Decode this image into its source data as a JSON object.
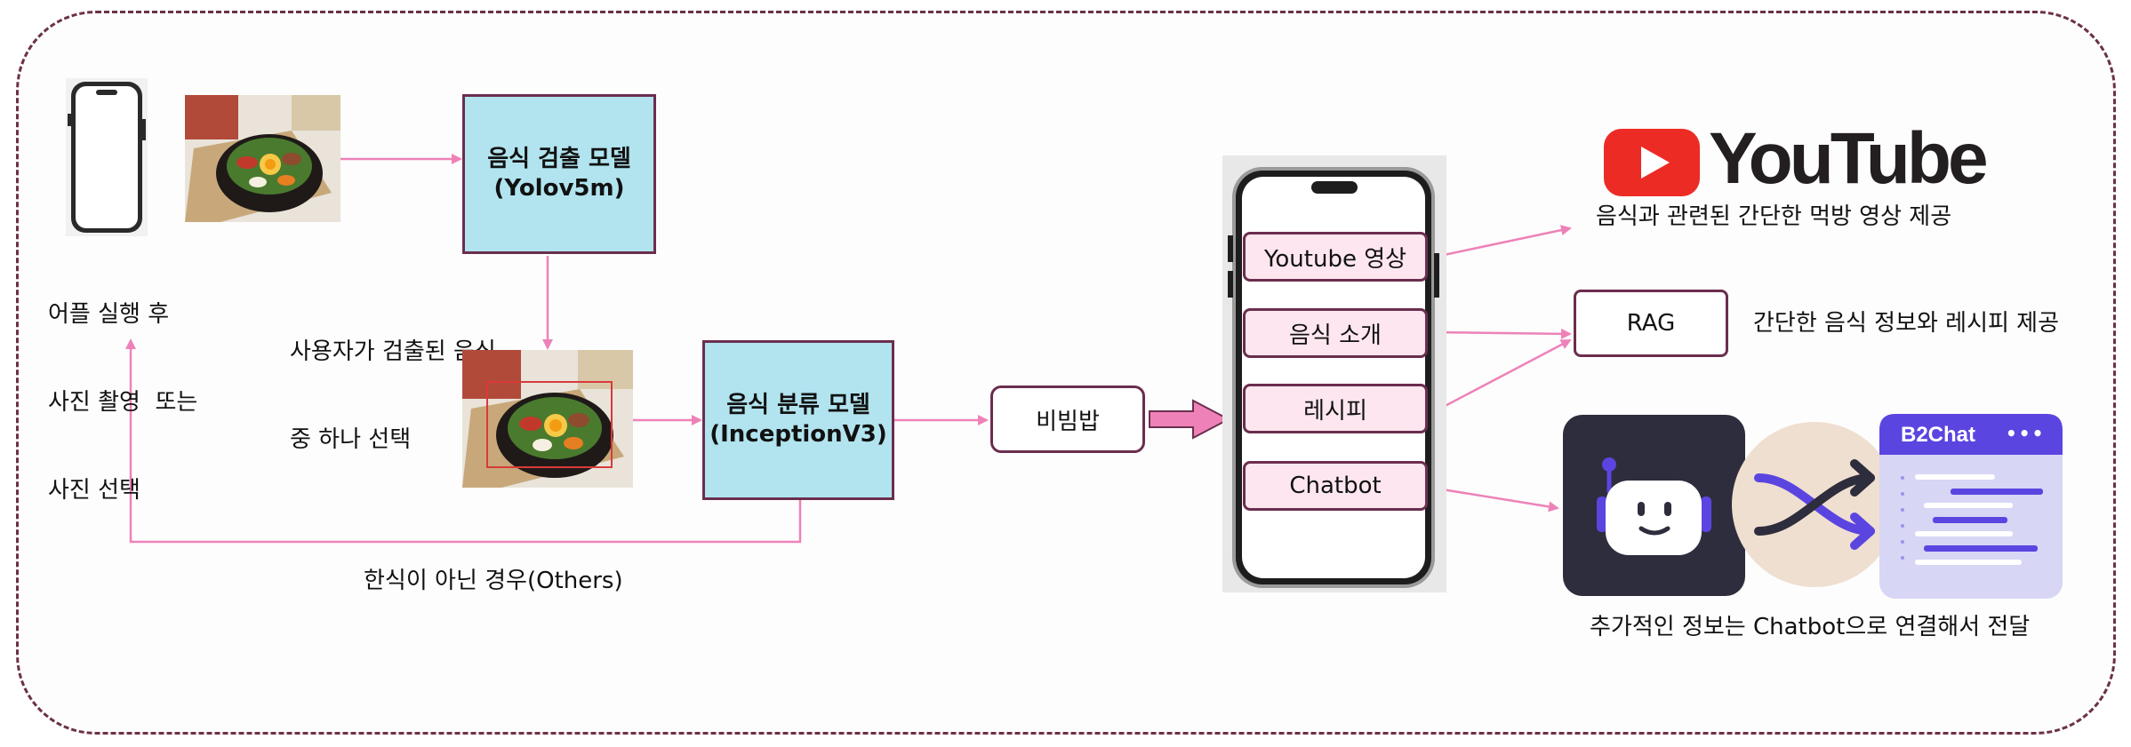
{
  "input": {
    "caption_lines": [
      "어플 실행 후",
      "사진 촬영  또는",
      "사진 선택"
    ]
  },
  "detection": {
    "model_title": "음식 검출 모델",
    "model_name": "(Yolov5m)",
    "select_lines": [
      "사용자가 검출된 음식",
      "중 하나 선택"
    ]
  },
  "classification": {
    "model_title": "음식 분류 모델",
    "model_name": "(InceptionV3)",
    "result_label": "비빔밥",
    "others_label": "한식이 아닌 경우(Others)"
  },
  "app_menu": {
    "items": [
      "Youtube 영상",
      "음식 소개",
      "레시피",
      "Chatbot"
    ]
  },
  "outputs": {
    "youtube_logo_text": "YouTube",
    "youtube_caption": "음식과 관련된 간단한 먹방 영상 제공",
    "rag_label": "RAG",
    "rag_caption": "간단한 음식 정보와 레시피 제공",
    "chatbot_brand": "B2Chat",
    "chatbot_menu_dots": "•••",
    "chatbot_caption": "추가적인 정보는 Chatbot으로 연결해서 전달"
  },
  "colors": {
    "arrow": "#ee82b8",
    "model_fill": "#b1e4ef",
    "menu_fill": "#fde6ef",
    "border": "#6b2e4e",
    "youtube_red": "#ed2b25",
    "b2chat_purple": "#5b45e0"
  }
}
